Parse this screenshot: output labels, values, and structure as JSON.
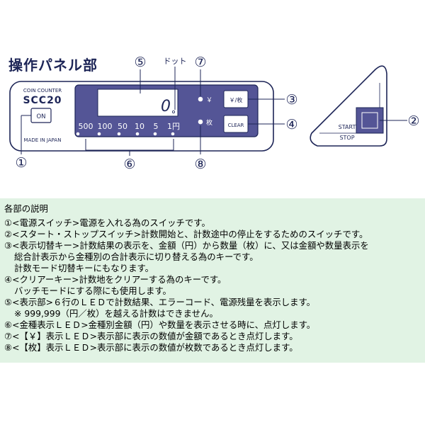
{
  "diagram": {
    "title": "操作パネル部",
    "dot_label": "ドット",
    "device": {
      "brand_line": "COIN COUNTER",
      "model": "SCC20",
      "on_button": "ON",
      "made_in": "MADE IN JAPAN",
      "display_value": "0",
      "led_yen": "￥",
      "led_mai": "枚",
      "key_yen_mai": "￥/枚",
      "key_clear": "CLEAR",
      "denominations": [
        "500",
        "100",
        "50",
        "10",
        "5",
        "1円"
      ]
    },
    "start_stop": {
      "start": "START",
      "stop": "STOP"
    },
    "callouts": {
      "c1": "①",
      "c2": "②",
      "c3": "③",
      "c4": "④",
      "c5": "⑤",
      "c6": "⑥",
      "c7": "⑦",
      "c8": "⑧"
    }
  },
  "explanation": {
    "heading": "各部の説明",
    "lines": [
      "①<電源スイッチ>電源を入れる為のスイッチです。",
      "②<スタート・ストップスイッチ>計数開始と、計数途中の停止をするためのスイッチです。",
      "③<表示切替キー>計数結果の表示を、金額（円）から数量（枚）に、又は金額や数量表示を",
      "総合計表示から金種別の合計表示に切り替える為のキーです。",
      "計数モード切替キーにもなります。",
      "④<クリアーキー>計数地をクリアーする為のキーです。",
      "バッチモードにする際にも使用します。",
      "⑤<表示部>６行のＬＥＤで計数結果、エラーコード、電源残量を表示します。",
      "※ 999,999（円／枚）を越える計数はできません。",
      "⑥<金種表示ＬＥＤ>金種別金額（円）や数量を表示させる時に、点灯します。",
      "⑦<【￥】表示ＬＥＤ>表示部に表示の数値が金額であるとき点灯します。",
      "⑧<【枚】表示ＬＥＤ>表示部に表示の数値が枚数であるとき点灯します。"
    ]
  },
  "colors": {
    "ink": "#1d2557",
    "panel": "#545596",
    "background": "#ffffff",
    "explanation_bg": "#e1f3e4"
  }
}
